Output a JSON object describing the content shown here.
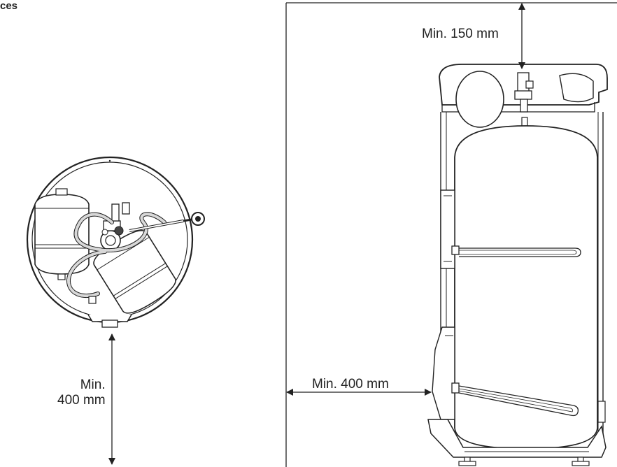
{
  "heading": "ces",
  "labels": {
    "top_clearance": "Min. 150 mm",
    "side_clearance": "Min. 400 mm",
    "front_clearance_line1": "Min.",
    "front_clearance_line2": "400 mm"
  },
  "colors": {
    "line": "#222222",
    "tank_fill": "#ffffff",
    "hose_fill": "#d8d8d8"
  }
}
